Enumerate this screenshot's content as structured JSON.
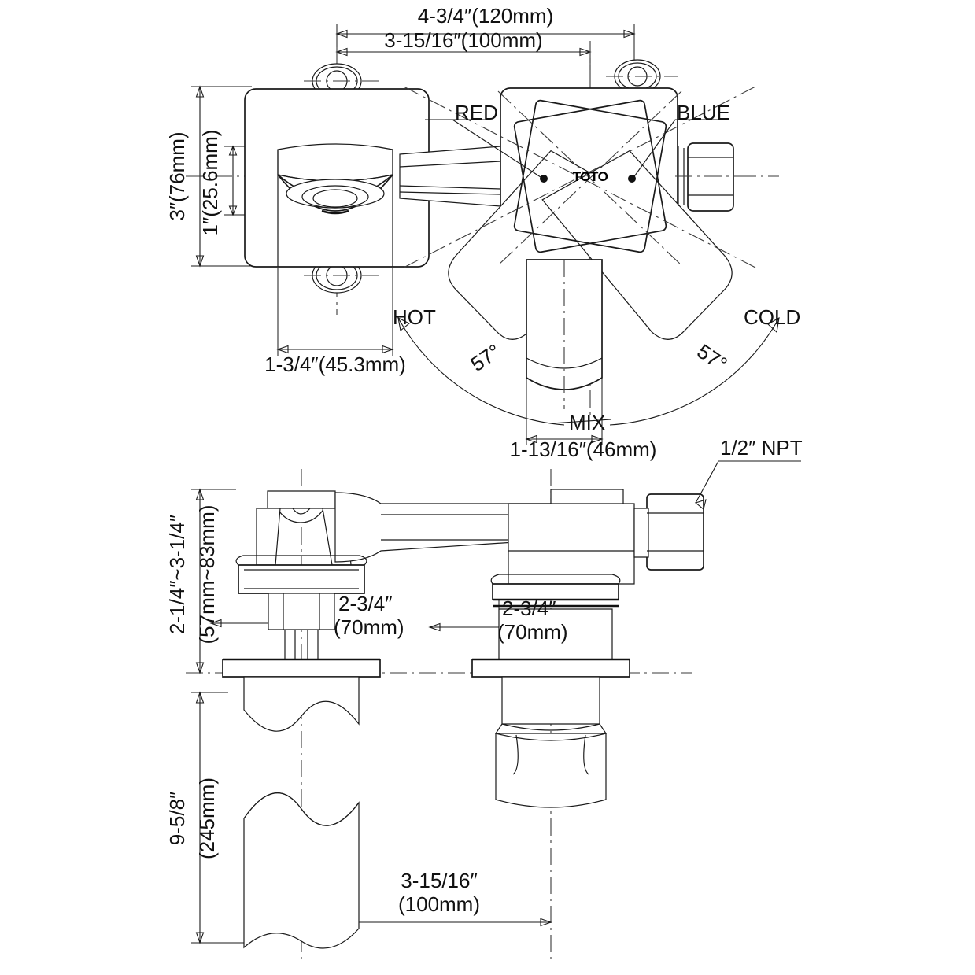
{
  "drawing": {
    "title": "TOTO wall-mount faucet dimensional drawing",
    "brand_mark": "TOTO",
    "line_color": "#1a1a1a",
    "background": "#ffffff"
  },
  "top_view": {
    "dimensions": {
      "overall_width": "4-3/4″(120mm)",
      "center_to_center": "3-15/16″(100mm)",
      "escutcheon_height": "3″(76mm)",
      "spout_height": "1″(25.6mm)",
      "escutcheon_width": "1-3/4″(45.3mm)",
      "valve_body_width": "1-13/16″(46mm)"
    },
    "annotations": {
      "red": "RED",
      "blue": "BLUE",
      "hot": "HOT",
      "cold": "COLD",
      "mix": "MIX",
      "angle_left": "57°",
      "angle_right": "57°"
    }
  },
  "bottom_view": {
    "dimensions": {
      "mounting_depth": {
        "inch": "2-1/4″~3-1/4″",
        "metric": "(57mm~83mm)"
      },
      "shank_length": {
        "inch": "9-5/8″",
        "metric": "(245mm)"
      },
      "spout_offset": {
        "inch": "2-3/4″",
        "metric": "(70mm)"
      },
      "valve_offset": {
        "inch": "2-3/4″",
        "metric": "(70mm)"
      },
      "center_to_center": {
        "inch": "3-15/16″",
        "metric": "(100mm)"
      }
    },
    "annotations": {
      "inlet_thread": "1/2″ NPT"
    }
  }
}
